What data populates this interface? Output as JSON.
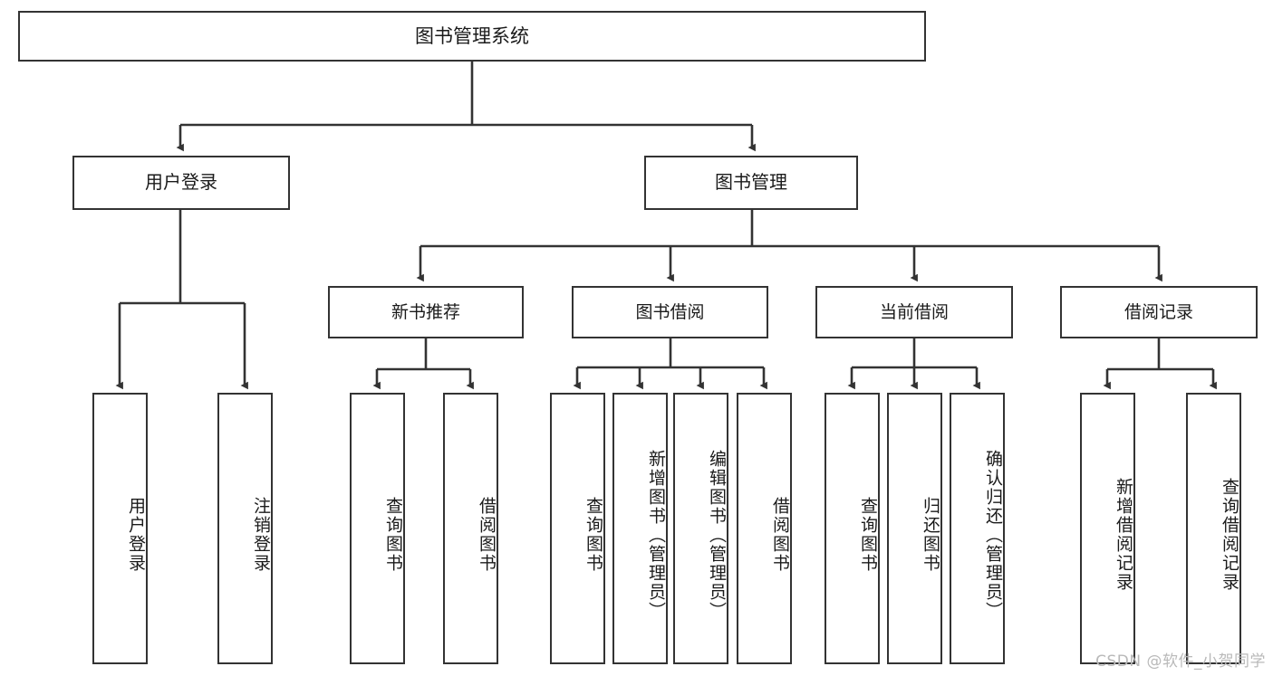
{
  "diagram": {
    "title": "图书管理系统",
    "type": "tree",
    "watermark": "CSDN @软件_小贺同学",
    "colors": {
      "stroke": "#333333",
      "fill": "#ffffff",
      "text": "#1a1a1a",
      "watermark": "#b9b9b9"
    },
    "nodes": {
      "root": {
        "label": "图书管理系统"
      },
      "level2": [
        {
          "id": "user-login",
          "label": "用户登录"
        },
        {
          "id": "book-management",
          "label": "图书管理"
        }
      ],
      "level3": [
        {
          "id": "new-book-recommend",
          "label": "新书推荐"
        },
        {
          "id": "book-borrow",
          "label": "图书借阅"
        },
        {
          "id": "current-borrow",
          "label": "当前借阅"
        },
        {
          "id": "borrow-record",
          "label": "借阅记录"
        }
      ],
      "leaves": {
        "user-login": [
          {
            "id": "leaf-user-login",
            "label": "用户登录"
          },
          {
            "id": "leaf-logout-login",
            "label": "注销登录"
          }
        ],
        "new-book-recommend": [
          {
            "id": "leaf-query-book-1",
            "label": "查询图书"
          },
          {
            "id": "leaf-borrow-book-1",
            "label": "借阅图书"
          }
        ],
        "book-borrow": [
          {
            "id": "leaf-query-book-2",
            "label": "查询图书"
          },
          {
            "id": "leaf-add-book",
            "label": "新增图书（管理员）"
          },
          {
            "id": "leaf-edit-book",
            "label": "编辑图书（管理员）"
          },
          {
            "id": "leaf-borrow-book-2",
            "label": "借阅图书"
          }
        ],
        "current-borrow": [
          {
            "id": "leaf-query-book-3",
            "label": "查询图书"
          },
          {
            "id": "leaf-return-book",
            "label": "归还图书"
          },
          {
            "id": "leaf-confirm-return",
            "label": "确认归还（管理员）"
          }
        ],
        "borrow-record": [
          {
            "id": "leaf-add-record",
            "label": "新增借阅记录"
          },
          {
            "id": "leaf-query-record",
            "label": "查询借阅记录"
          }
        ]
      }
    }
  }
}
